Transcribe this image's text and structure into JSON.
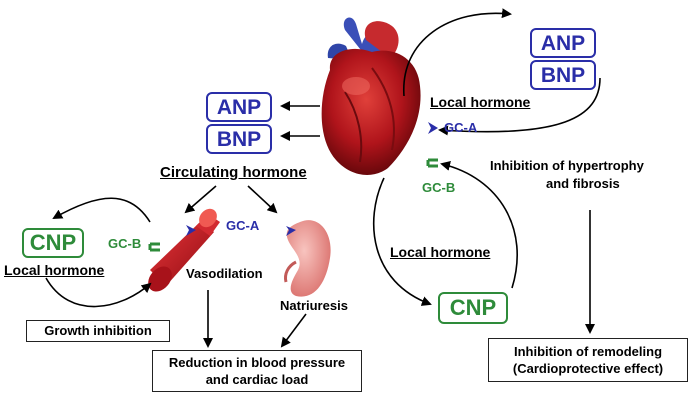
{
  "hormones": {
    "anp": "ANP",
    "bnp": "BNP",
    "cnp": "CNP"
  },
  "receptors": {
    "gc_a": "GC-A",
    "gc_b": "GC-B"
  },
  "labels": {
    "circulating_hormone": "Circulating hormone",
    "local_hormone": "Local hormone",
    "vasodilation": "Vasodilation",
    "natriuresis": "Natriuresis",
    "inhibition_hypertrophy_line1": "Inhibition of hypertrophy",
    "inhibition_hypertrophy_line2": "and fibrosis"
  },
  "outcomes": {
    "growth_inhibition": "Growth inhibition",
    "reduction_line1": "Reduction in blood pressure",
    "reduction_line2": "and cardiac load",
    "remodeling_line1": "Inhibition of remodeling",
    "remodeling_line2": "(Cardioprotective effect)"
  },
  "colors": {
    "blue": "#2a2ea8",
    "green": "#2e8b3a",
    "heart_red": "#b0141b",
    "kidney_pink": "#e58a86"
  }
}
